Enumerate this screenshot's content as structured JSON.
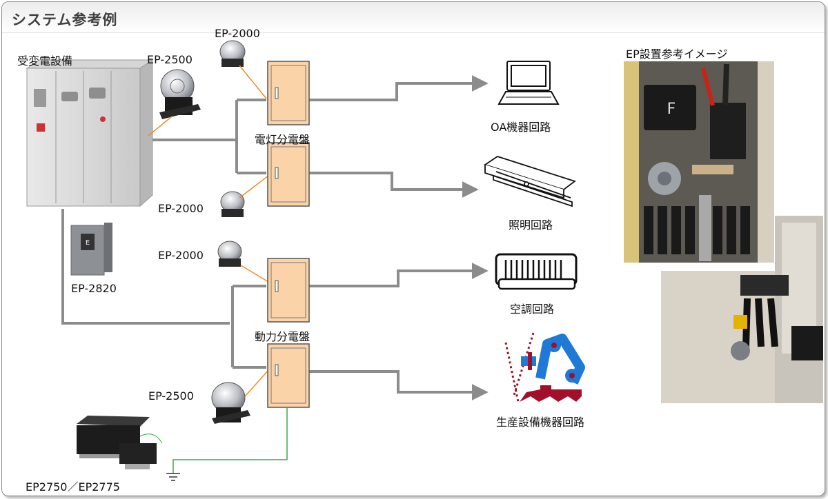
{
  "title": "システム参考例",
  "labels": {
    "substation": "受変電設備",
    "ep2500_top": "EP-2500",
    "ep2000_top": "EP-2000",
    "lighting_panel": "電灯分電盤",
    "ep2000_mid": "EP-2000",
    "ep2820": "EP-2820",
    "ep2000_power": "EP-2000",
    "power_panel": "動力分電盤",
    "ep2500_bottom": "EP-2500",
    "ep2750": "EP2750／EP2775",
    "oa": "OA機器回路",
    "lighting": "照明回路",
    "aircon": "空調回路",
    "production": "生産設備機器回路",
    "install_image": "EP設置参考イメージ"
  },
  "colors": {
    "trunk": "#8c8c8c",
    "panel_fill": "#fbd3a8",
    "panel_stroke": "#555555",
    "leader": "#f08a2a",
    "ground": "#3aa845",
    "robot_blue": "#1f7ad6",
    "robot_red": "#a0102a"
  }
}
